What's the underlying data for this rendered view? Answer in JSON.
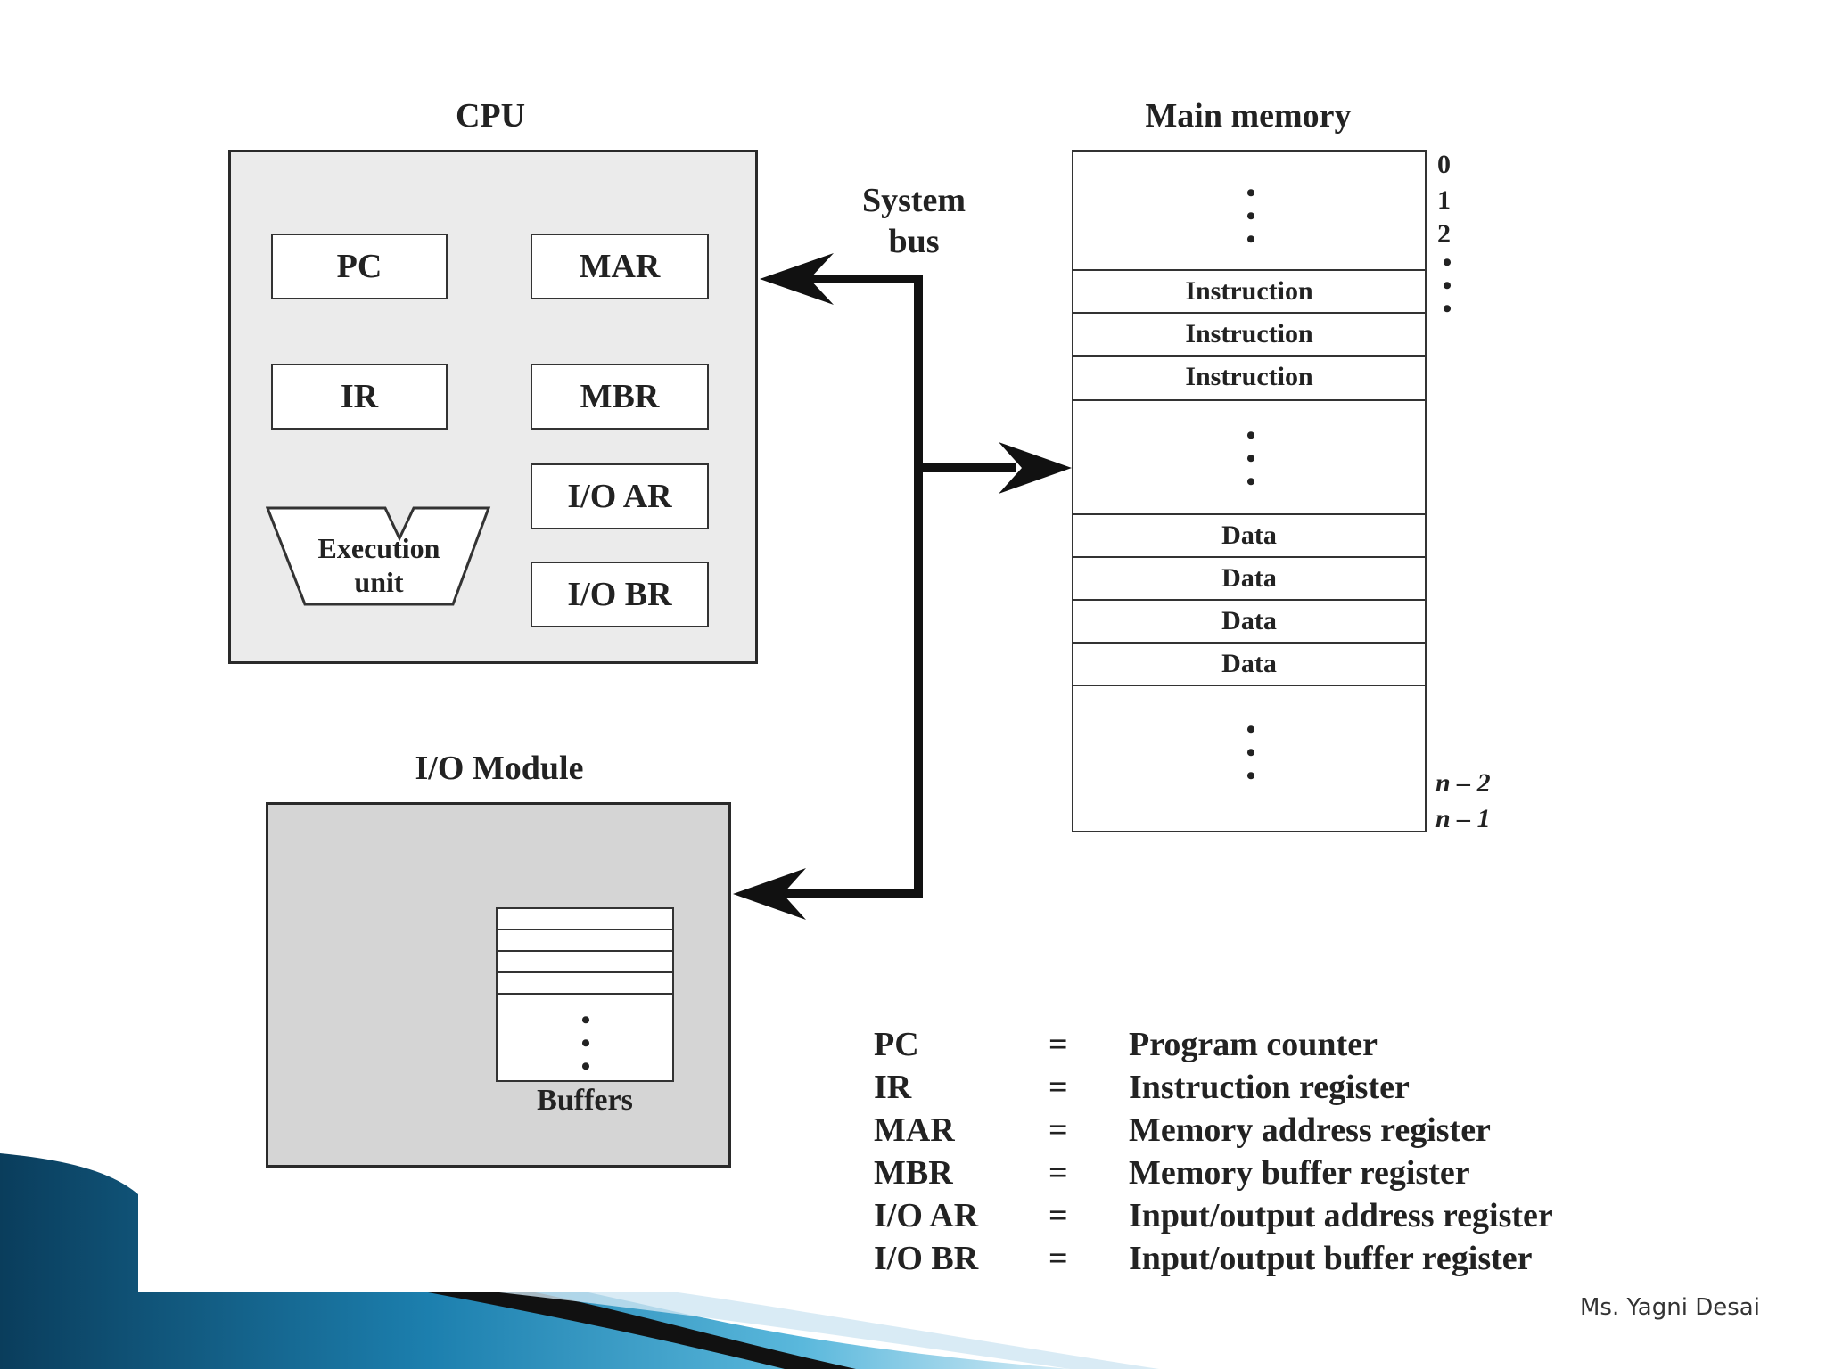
{
  "cpu": {
    "title": "CPU",
    "registers": {
      "pc": "PC",
      "mar": "MAR",
      "ir": "IR",
      "mbr": "MBR",
      "ioar": "I/O AR",
      "iobr": "I/O BR"
    },
    "execution_unit": {
      "line1": "Execution",
      "line2": "unit"
    }
  },
  "bus": {
    "line1": "System",
    "line2": "bus"
  },
  "memory": {
    "title": "Main memory",
    "rows": {
      "instruction": [
        "Instruction",
        "Instruction",
        "Instruction"
      ],
      "data": [
        "Data",
        "Data",
        "Data",
        "Data"
      ]
    },
    "addresses": {
      "a0": "0",
      "a1": "1",
      "a2": "2",
      "n2": "n – 2",
      "n1": "n – 1"
    }
  },
  "io_module": {
    "title": "I/O Module",
    "buffers_label": "Buffers"
  },
  "legend": [
    {
      "abbr": "PC",
      "eq": "=",
      "desc": "Program counter"
    },
    {
      "abbr": "IR",
      "eq": "=",
      "desc": "Instruction register"
    },
    {
      "abbr": "MAR",
      "eq": "=",
      "desc": "Memory address register"
    },
    {
      "abbr": "MBR",
      "eq": "=",
      "desc": "Memory buffer register"
    },
    {
      "abbr": "I/O AR",
      "eq": "=",
      "desc": "Input/output address register"
    },
    {
      "abbr": "I/O BR",
      "eq": "=",
      "desc": "Input/output buffer register"
    }
  ],
  "footer": {
    "author": "Ms. Yagni Desai"
  },
  "colors": {
    "accent_dark": "#0a3d5c",
    "accent_mid": "#1c7fae",
    "accent_light": "#5ab8dc"
  }
}
